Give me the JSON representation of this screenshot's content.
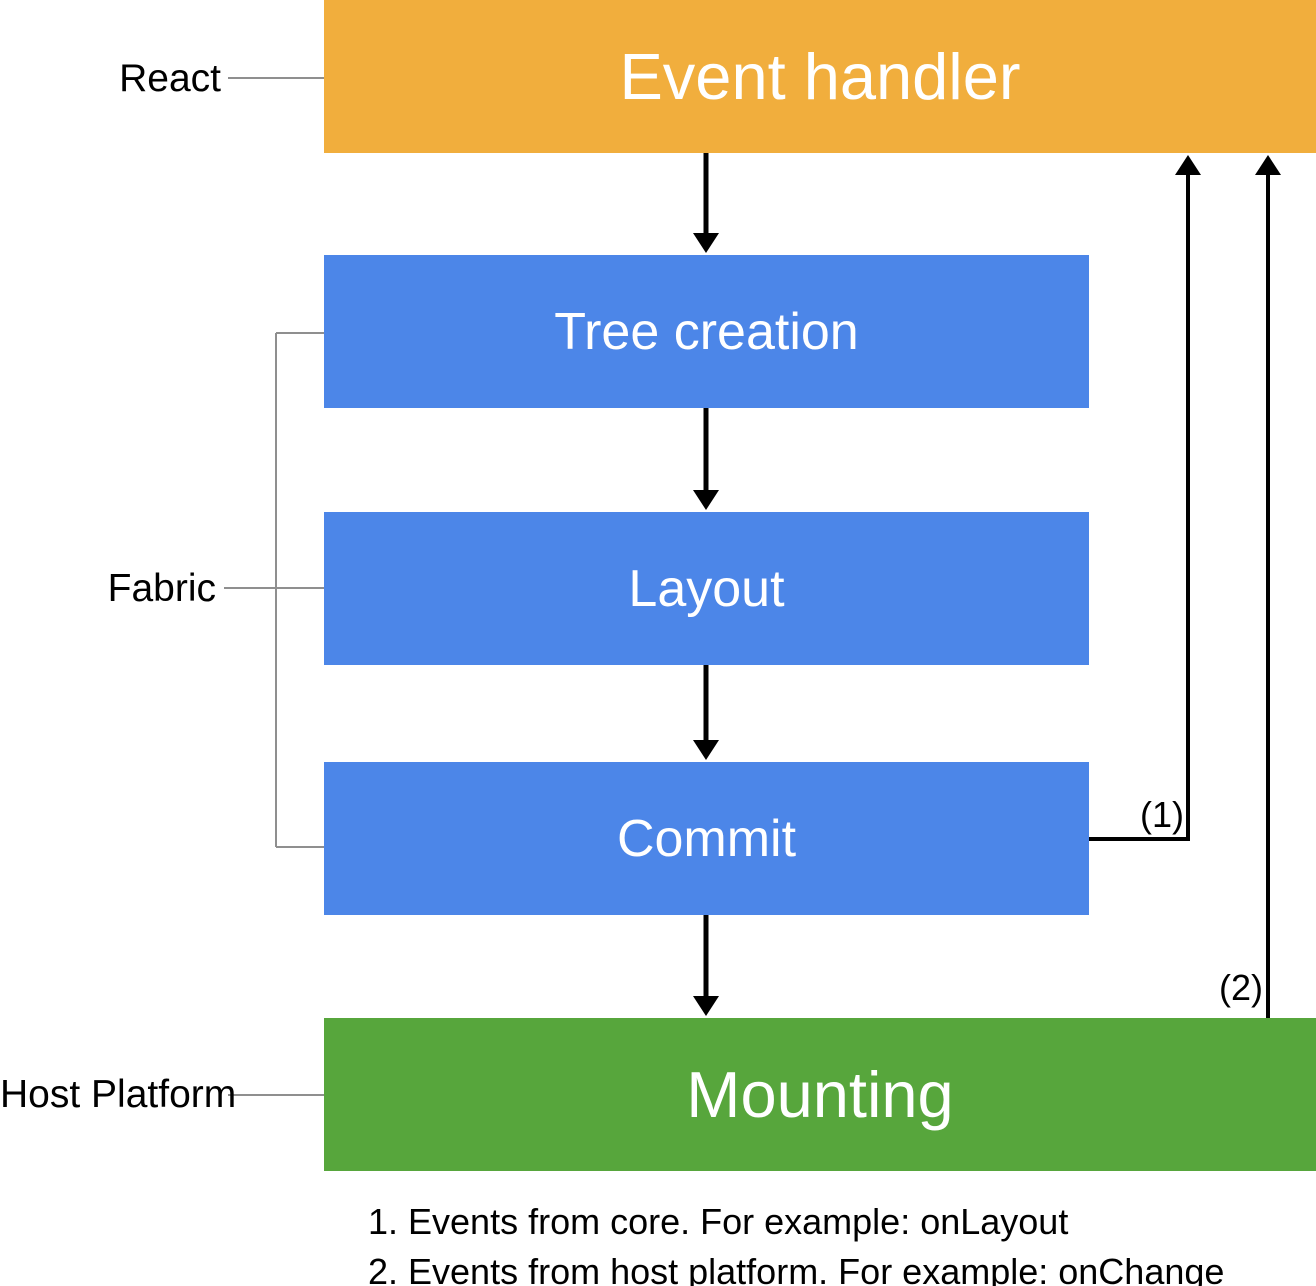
{
  "stages": {
    "event_handler": {
      "label": "Event handler",
      "layer": "React"
    },
    "tree_creation": {
      "label": "Tree creation",
      "layer": "Fabric"
    },
    "layout": {
      "label": "Layout",
      "layer": "Fabric"
    },
    "commit": {
      "label": "Commit",
      "layer": "Fabric"
    },
    "mounting": {
      "label": "Mounting",
      "layer": "Host Platform"
    }
  },
  "side_labels": {
    "react": "React",
    "fabric": "Fabric",
    "host_platform": "Host Platform"
  },
  "annotations": {
    "callout_1": "(1)",
    "callout_2": "(2)"
  },
  "footnotes": {
    "line_1": "1. Events from core. For example: onLayout",
    "line_2": "2. Events from host platform. For example: onChange"
  },
  "colors": {
    "event_handler_box": "#F1AE3D",
    "pipeline_box": "#4C86E8",
    "mounting_box": "#57A63C",
    "box_text": "#FFFFFF",
    "label_text": "#000000",
    "connector_gray": "#8F8F8F",
    "arrow_black": "#000000",
    "background": "#FFFFFF"
  }
}
